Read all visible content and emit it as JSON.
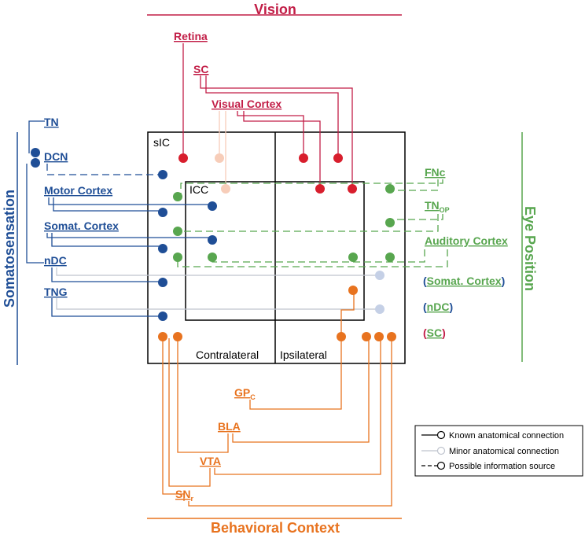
{
  "groups": {
    "vision": {
      "title": "Vision",
      "color": "#c21e47"
    },
    "somatosensation": {
      "title": "Somatosensation",
      "color": "#1f4e96"
    },
    "eye_position": {
      "title": "Eye Position",
      "color": "#58a64f"
    },
    "behavioral_context": {
      "title": "Behavioral Context",
      "color": "#e8731f"
    }
  },
  "regions": {
    "sic": "sIC",
    "icc": "ICC",
    "contralateral": "Contralateral",
    "ipsilateral": "Ipsilateral"
  },
  "vision_sources": {
    "retina": "Retina",
    "sc": "SC",
    "visual_cortex": "Visual Cortex"
  },
  "somato_sources": {
    "tn": "TN",
    "dcn": "DCN",
    "motor_cortex": "Motor Cortex",
    "somat_cortex": "Somat. Cortex",
    "ndc": "nDC",
    "tng": "TNG"
  },
  "eye_sources": {
    "fnc": "FNc",
    "tn": "TN",
    "tn_sub": "OP",
    "auditory_cortex": "Auditory Cortex",
    "somat_cortex": "Somat. Cortex",
    "ndc": "nDC",
    "sc": "SC",
    "open_paren": "(",
    "close_paren": ")"
  },
  "context_sources": {
    "gp": "GP",
    "gp_sub": "C",
    "bla": "BLA",
    "vta": "VTA",
    "sn": "SN",
    "sn_sub": "r"
  },
  "legend": {
    "known": "Known anatomical connection",
    "minor": "Minor anatomical connection",
    "possible": "Possible information source"
  },
  "colors": {
    "blue": "#1f4e96",
    "red": "#c21e47",
    "pink": "#f7cdb9",
    "green": "#58a64f",
    "orange": "#e8731f",
    "light_blue": "#c5d0e6",
    "gray_line": "#bfc4ce"
  }
}
